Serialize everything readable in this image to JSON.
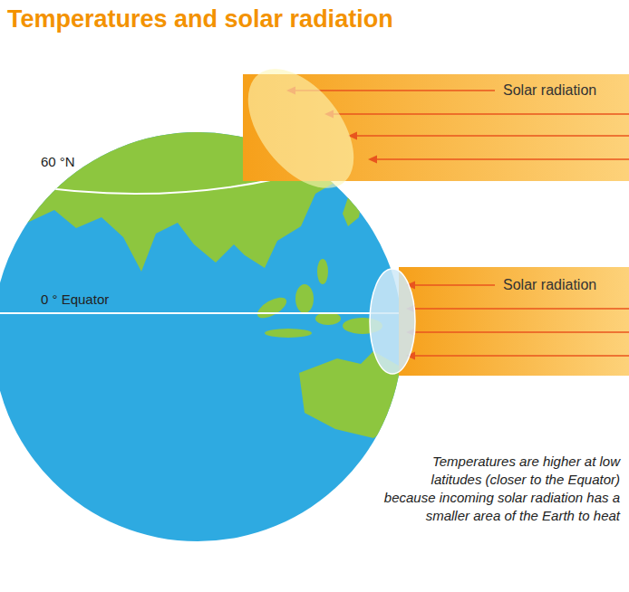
{
  "diagram": {
    "title": "Temperatures and solar radiation",
    "caption": "Temperatures are higher at low latitudes (closer to the Equator) because incoming solar radiation has a smaller area of the Earth to heat",
    "nodes": [
      {
        "text": [
          "Solar radiation"
        ]
      },
      {
        "text": [
          "Solar radiation"
        ]
      }
    ],
    "labels": [
      "60 °N",
      "0 ° Equator"
    ]
  }
}
